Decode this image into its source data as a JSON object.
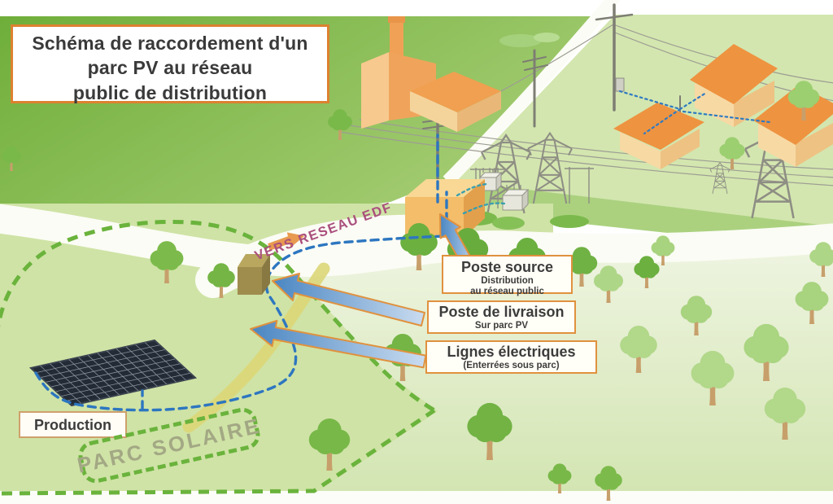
{
  "diagram": {
    "title_lines": [
      "Schéma de raccordement d'un",
      "parc PV au réseau",
      "public de distribution"
    ],
    "callouts": {
      "poste_source": {
        "title": "Poste source",
        "line2": "Distribution",
        "line3": "au réseau public"
      },
      "poste_livraison": {
        "title": "Poste de livraison",
        "line2": "Sur parc PV"
      },
      "lignes_electriques": {
        "title": "Lignes électriques",
        "line2": "(Enterrées sous parc)"
      },
      "production": {
        "title": "Production"
      }
    },
    "annotations": {
      "vers_reseau": "VERS RESEAU EDF",
      "parc_solaire": "PARC SOLAIRE"
    },
    "colors": {
      "callout_border": "#e0913e",
      "title_border": "#dd8130",
      "pointer_arrow_fill": "#5b93cc",
      "buried_cable_dashed": "#2d76c0",
      "service_drop_dotted": "#2f7ac2",
      "park_boundary_dashed": "#6ab33c",
      "vers_reseau_text": "#aa4f7d",
      "parc_solaire_text": "#a3a884",
      "roof_orange": "#ee9340",
      "upper_field_green": "#76b043",
      "park_green": "#cfe3a6",
      "road_white": "#fbfcf5",
      "farm_track_yellow": "#dcd678",
      "solar_panel_dark": "#232b37"
    }
  }
}
